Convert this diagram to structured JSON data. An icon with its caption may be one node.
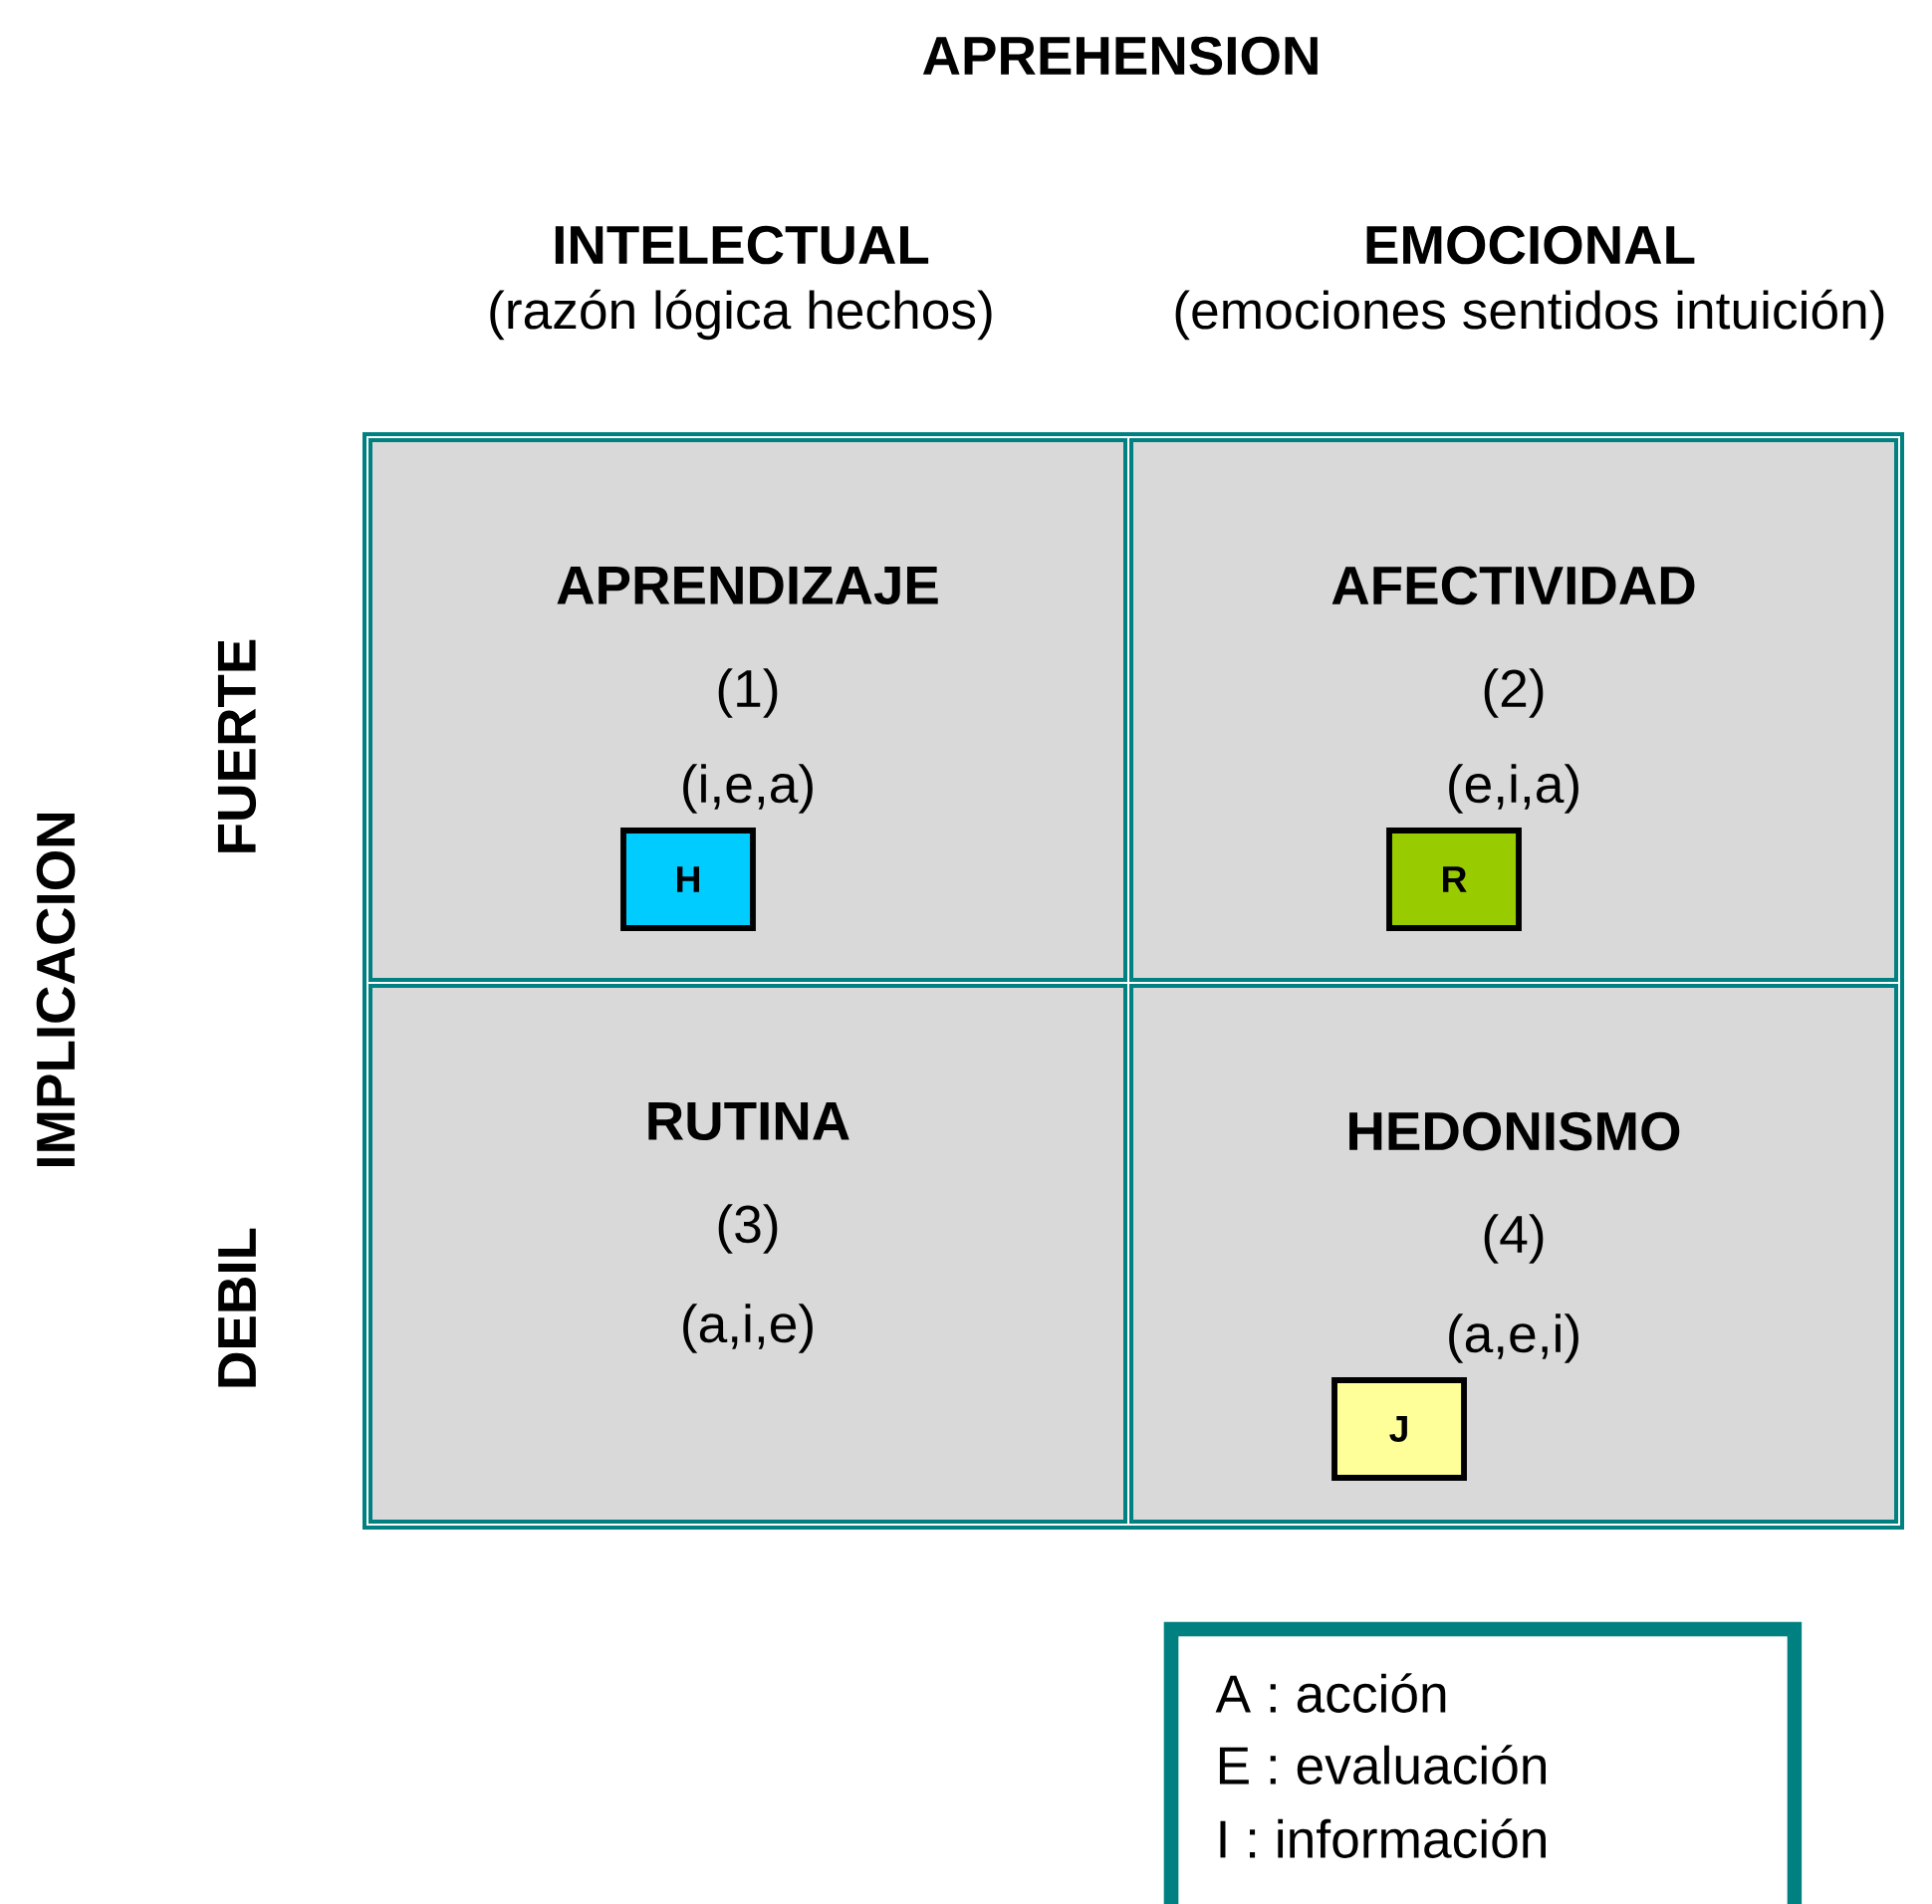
{
  "diagram": {
    "nodes": [
      {
        "text": [
          "APRENDIZAJE",
          "(1)",
          "(i,e,a)"
        ]
      },
      {
        "text": [
          "H"
        ],
        "in": 0
      },
      {
        "text": [
          "AFECTIVIDAD",
          "(2)",
          "(e,i,a)"
        ]
      },
      {
        "text": [
          "R"
        ],
        "in": 2
      },
      {
        "text": [
          "RUTINA",
          "(3)",
          "(a,i,e)"
        ]
      },
      {
        "text": [
          "HEDONISMO",
          "(4)",
          "(a,e,i)"
        ]
      },
      {
        "text": [
          "J"
        ],
        "in": 5
      },
      {
        "text": [
          "A : acción",
          "E : evaluación",
          "I : información"
        ]
      }
    ],
    "edges": [],
    "labels": [
      "APREHENSION",
      "INTELECTUAL",
      "(razón lógica hechos)",
      "EMOCIONAL",
      "(emociones sentidos intuición)",
      "IMPLICACION",
      "FUERTE",
      "DEBIL"
    ]
  }
}
